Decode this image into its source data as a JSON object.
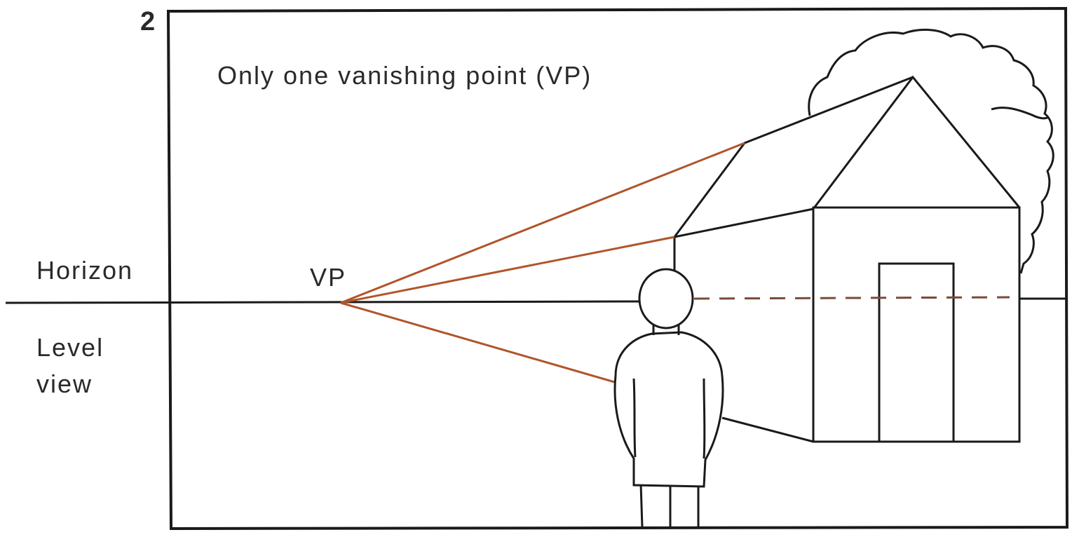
{
  "figure": {
    "number": "2",
    "title": "Only one vanishing point (VP)",
    "vp_label": "VP",
    "horizon_label": "Horizon",
    "level_view_line1": "Level",
    "level_view_line2": "view"
  },
  "colors": {
    "ink": "#1a1a1a",
    "perspective_lines": "#b0552a",
    "dashed_line_red": "#c0392b",
    "dashed_line_gray": "#555555",
    "background": "#ffffff"
  }
}
